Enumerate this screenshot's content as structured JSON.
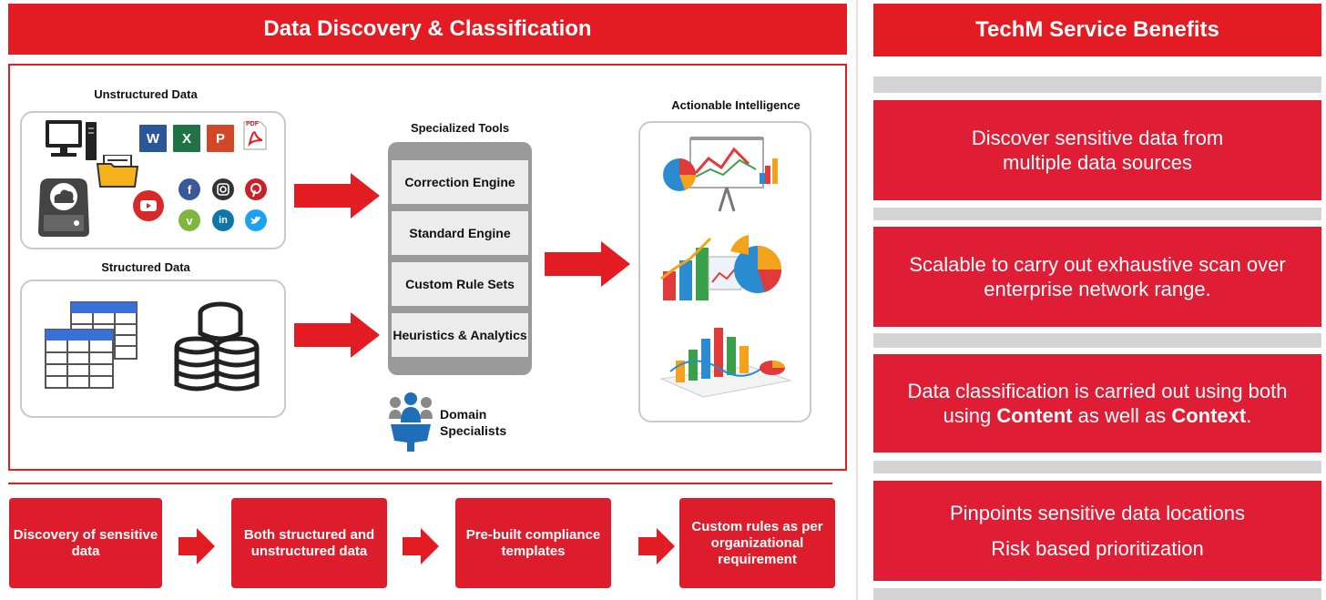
{
  "left": {
    "title": "Data Discovery & Classification",
    "unstructured_label": "Unstructured Data",
    "structured_label": "Structured Data",
    "tools_label": "Specialized Tools",
    "tools": [
      "Correction Engine",
      "Standard Engine",
      "Custom Rule Sets",
      "Heuristics & Analytics"
    ],
    "actionable_label": "Actionable Intelligence",
    "domain_specialists": "Domain Specialists",
    "icon_text": {
      "word": "W",
      "excel": "X",
      "powerpoint": "P",
      "pdf": "PDF",
      "facebook": "f",
      "vimeo": "v",
      "linkedin": "in"
    }
  },
  "steps": [
    "Discovery of sensitive data",
    "Both structured and unstructured data",
    "Pre-built compliance templates",
    "Custom rules as per organizational requirement"
  ],
  "right": {
    "title": "TechM Service Benefits",
    "b1": "Discover sensitive data from multiple data sources",
    "b2": "Scalable to carry out exhaustive scan over enterprise network range.",
    "b3": {
      "pre": "Data classification is carried out using both using ",
      "content": "Content",
      "mid": " as well as ",
      "context": "Context",
      "post": "."
    },
    "b4": {
      "line1": "Pinpoints sensitive data locations",
      "line2": "Risk based prioritization"
    }
  },
  "colors": {
    "accent": "#e31b23",
    "benefit": "#df1d35",
    "separator": "#d4d4d4"
  }
}
